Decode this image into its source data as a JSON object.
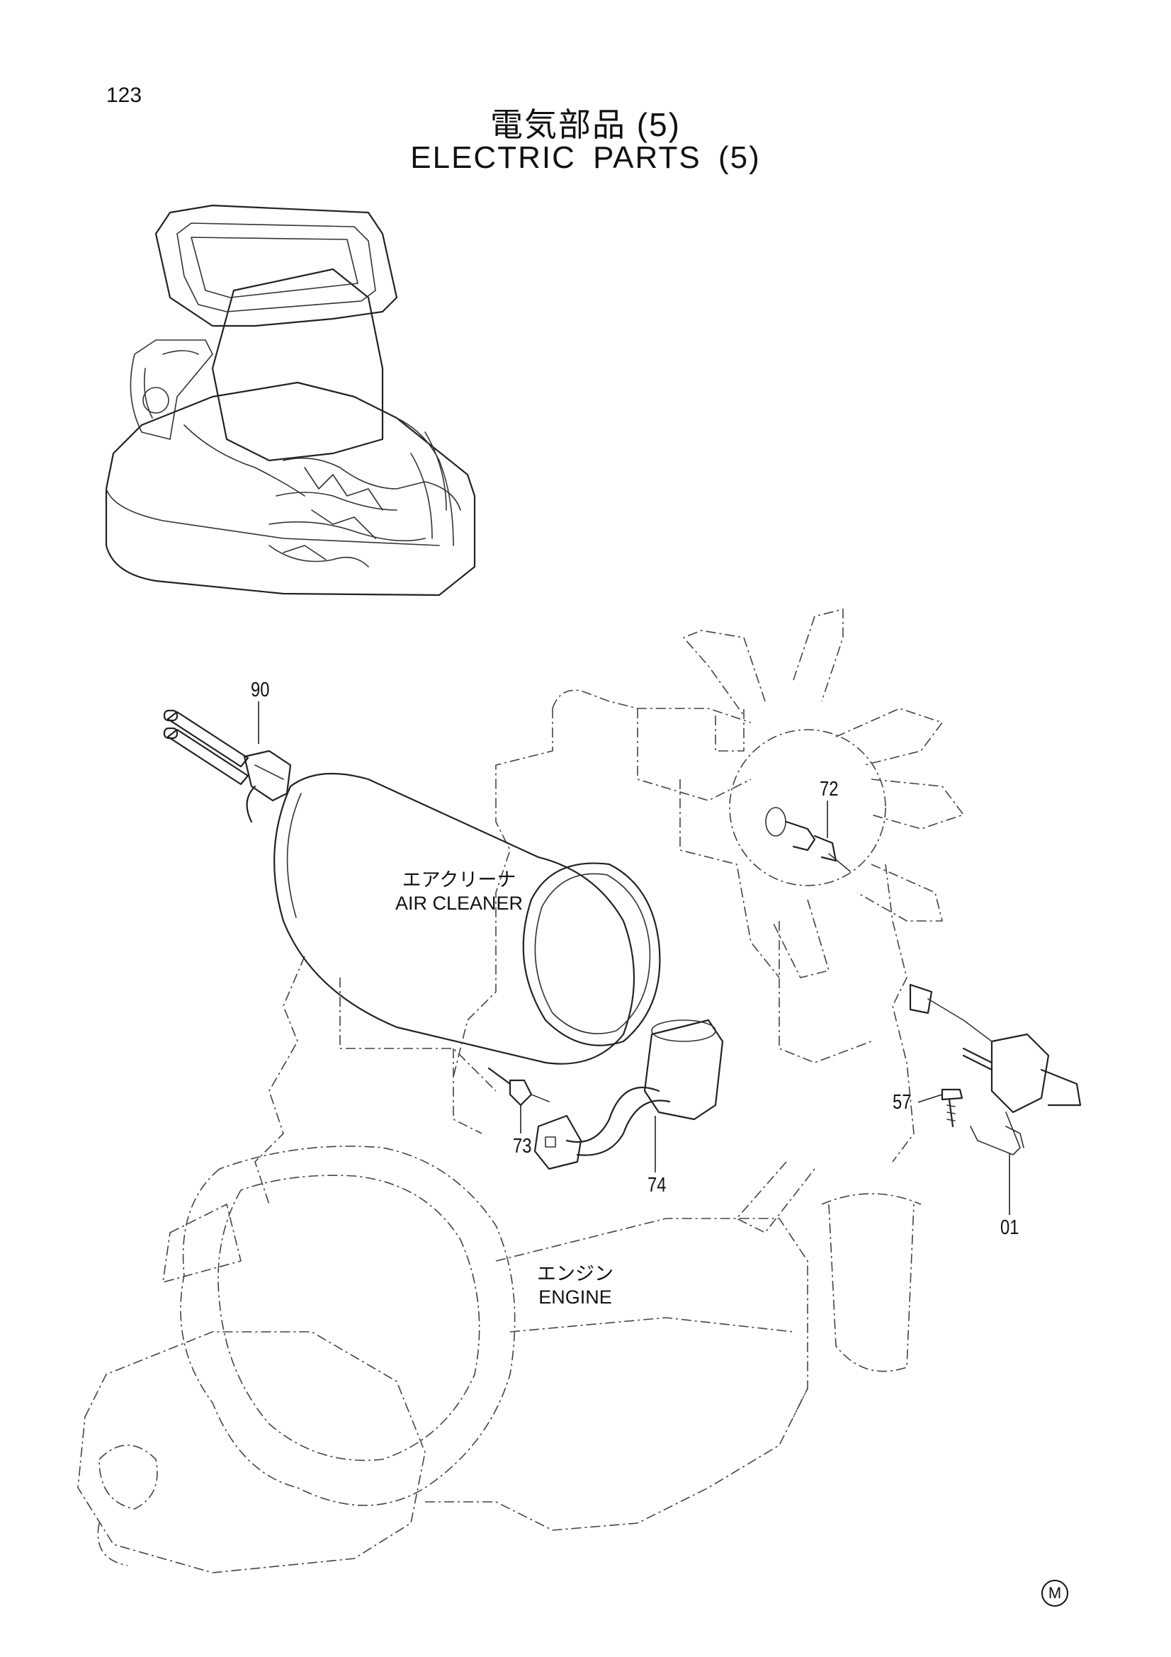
{
  "page_number": "123",
  "title_jp": "電気部品 (5)",
  "title_en": "ELECTRIC  PARTS  (5)",
  "labels": {
    "air_cleaner_jp": "エアクリーナ",
    "air_cleaner_en": "AIR  CLEANER",
    "engine_jp": "エンジン",
    "engine_en": "ENGINE"
  },
  "callouts": {
    "c90": "90",
    "c72": "72",
    "c73": "73",
    "c74": "74",
    "c57": "57",
    "c01": "01"
  },
  "mark": "M"
}
